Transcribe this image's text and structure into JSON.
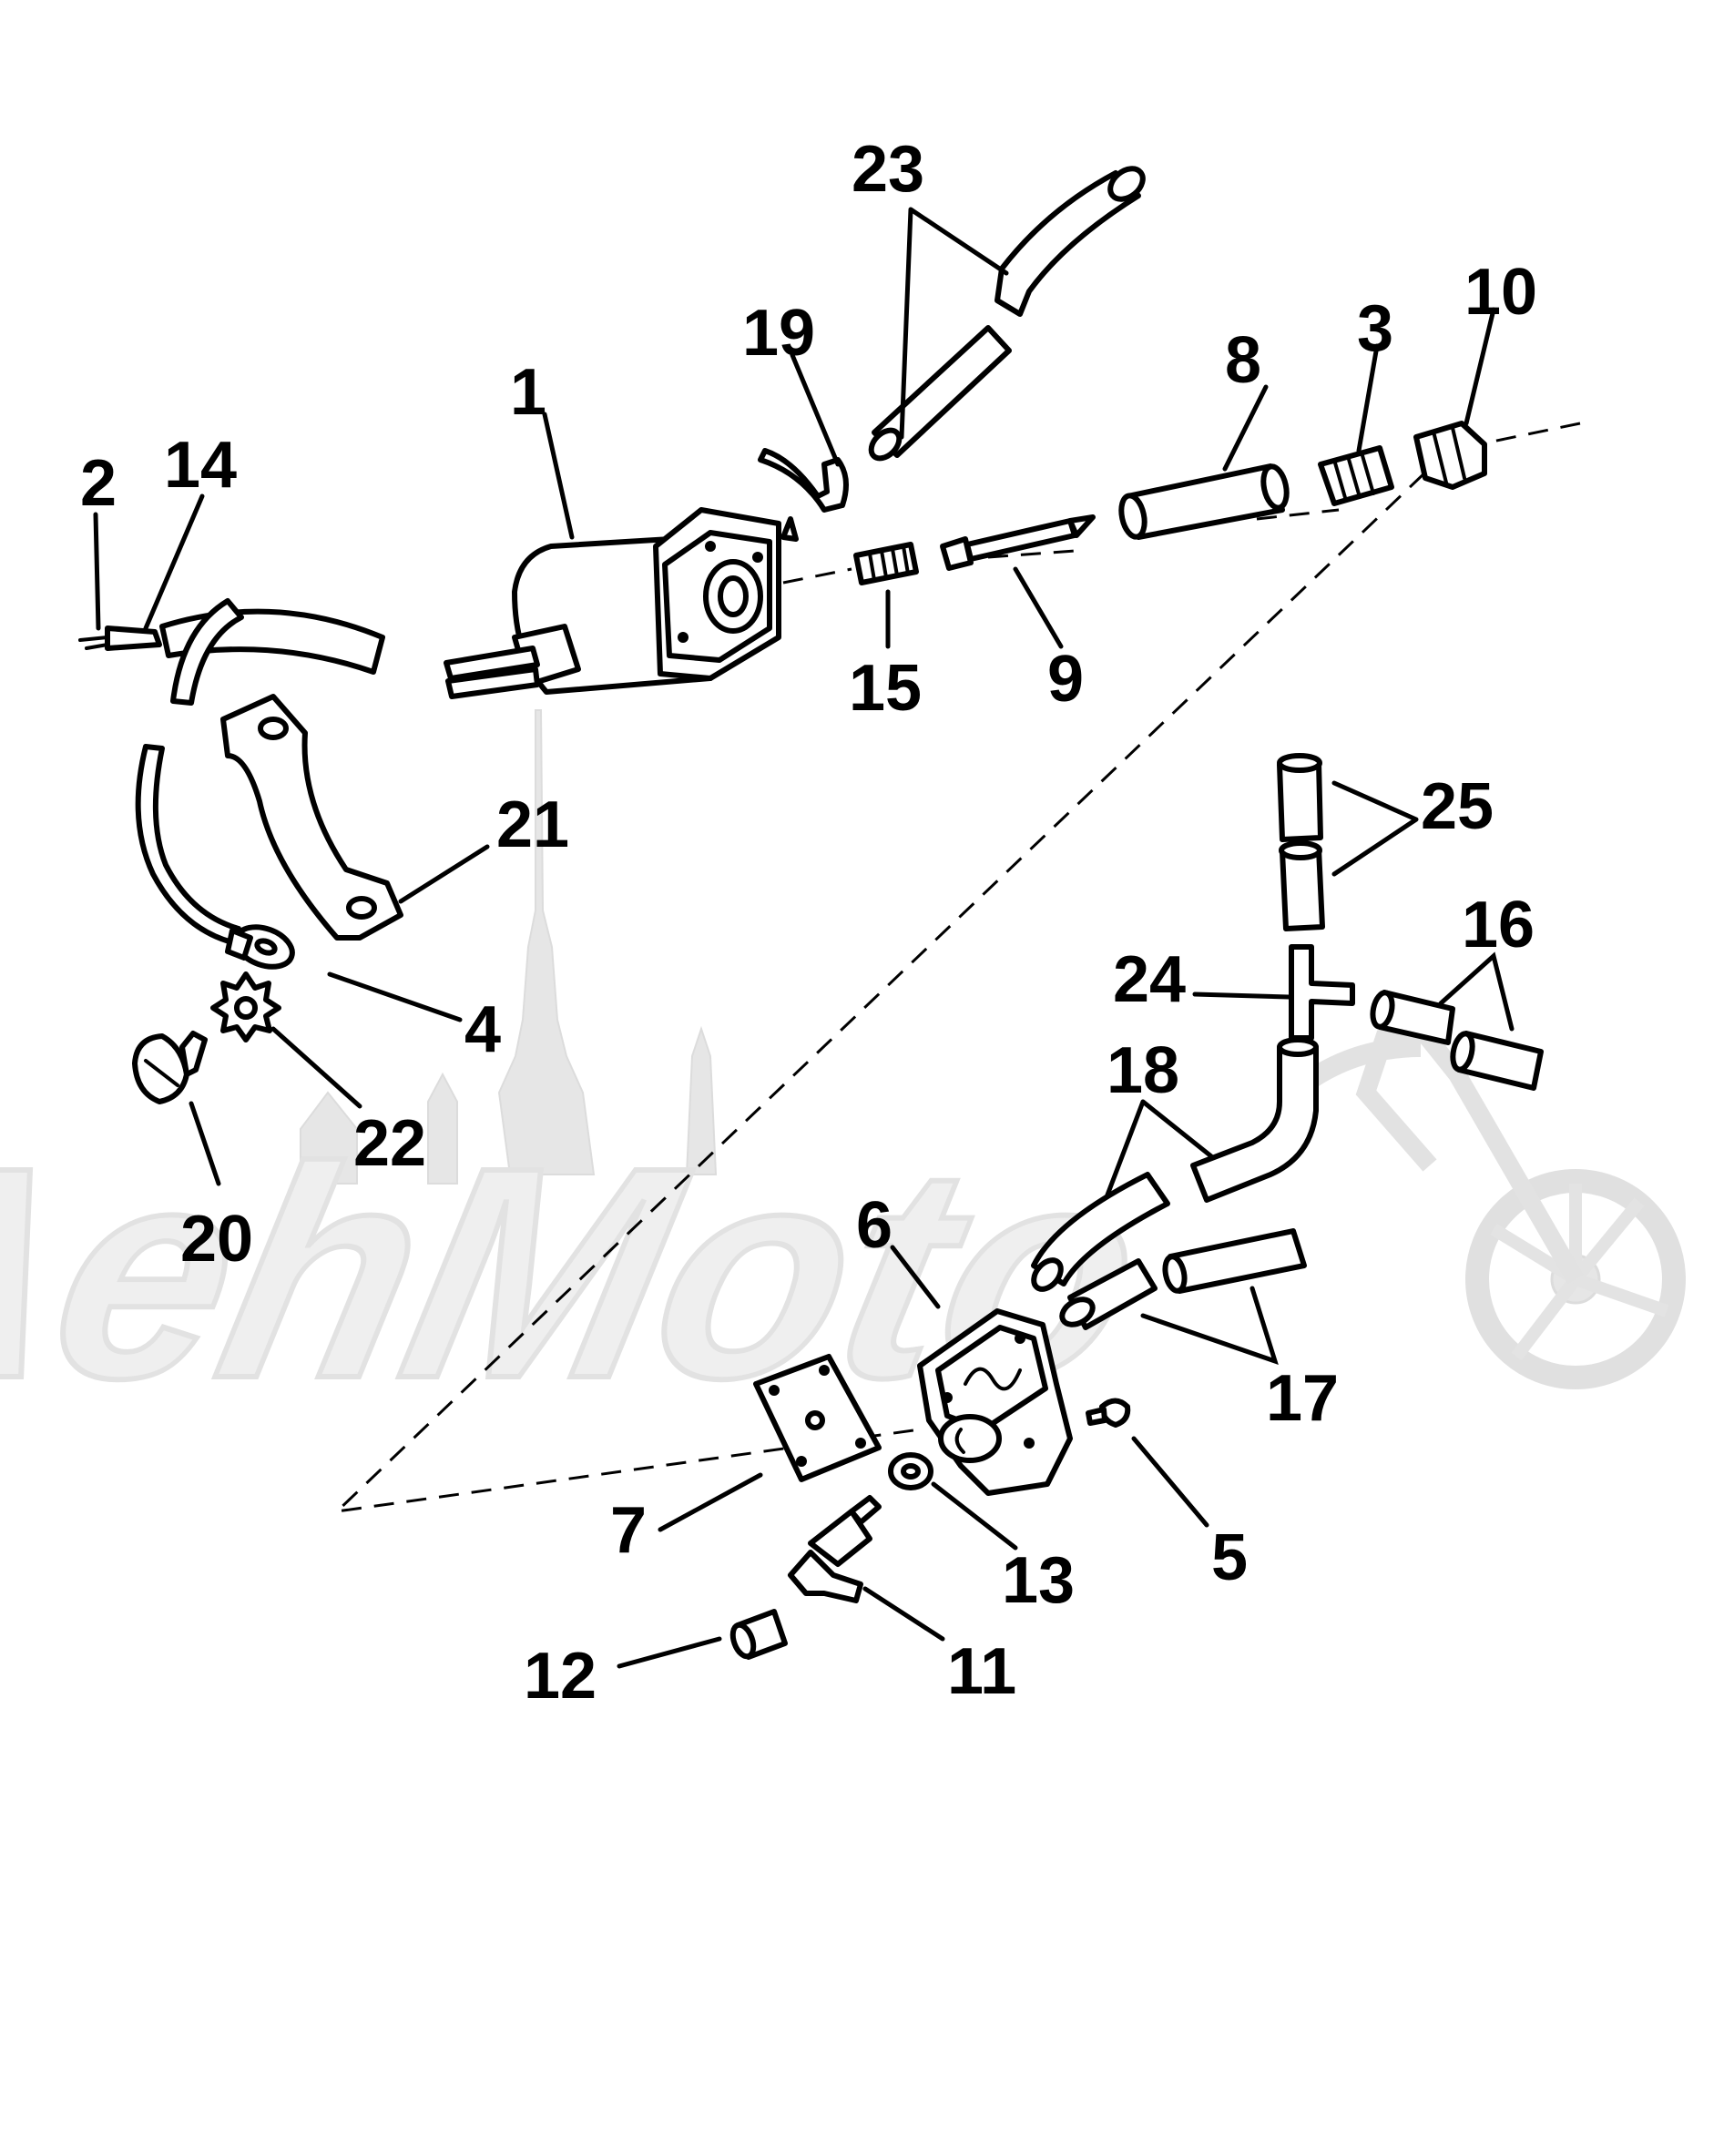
{
  "diagram": {
    "type": "exploded-parts-diagram",
    "watermark": {
      "text": "AehMoto",
      "elements": [
        "cathedral-spire-silhouette",
        "motorcycle-silhouette"
      ]
    },
    "callouts": {
      "c1": "1",
      "c2": "2",
      "c3": "3",
      "c4": "4",
      "c5": "5",
      "c6": "6",
      "c7": "7",
      "c8": "8",
      "c9": "9",
      "c10": "10",
      "c11": "11",
      "c12": "12",
      "c13": "13",
      "c14": "14",
      "c15": "15",
      "c16": "16",
      "c17": "17",
      "c18": "18",
      "c19": "19",
      "c20": "20",
      "c21": "21",
      "c22": "22",
      "c23": "23",
      "c24": "24",
      "c25": "25"
    }
  }
}
